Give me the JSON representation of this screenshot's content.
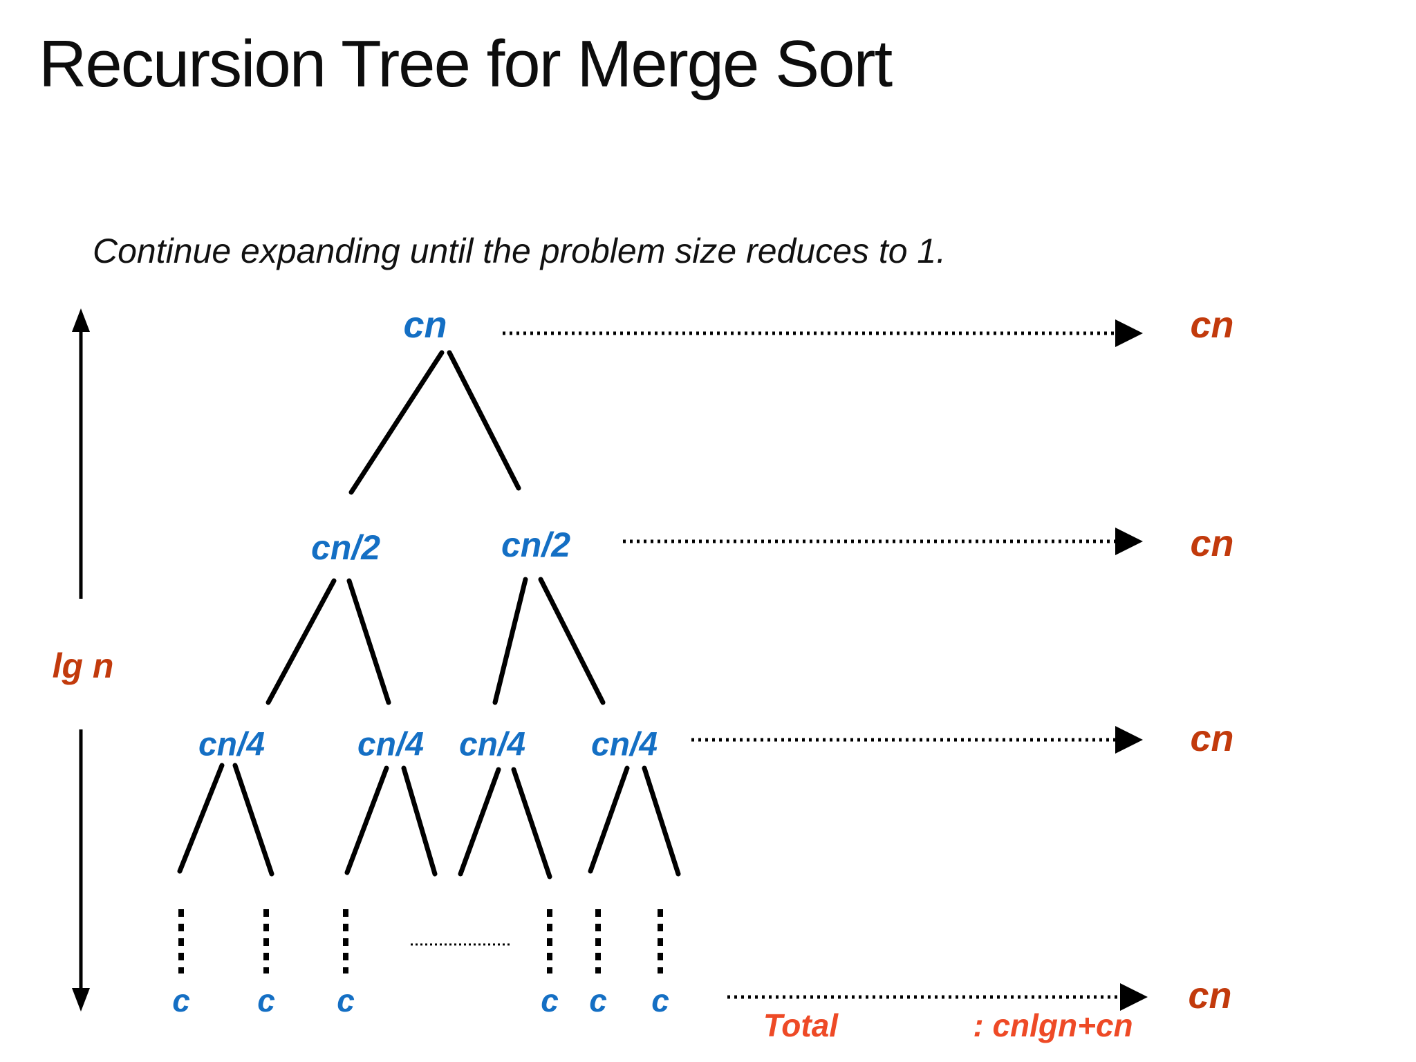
{
  "title": "Recursion Tree for Merge Sort",
  "subtitle": "Continue expanding until the problem size reduces to 1.",
  "colors": {
    "node_blue": "#146fc4",
    "cost_red": "#c23a0c",
    "total_orange": "#ee4a26",
    "line_black": "#000000"
  },
  "tree": {
    "root": {
      "label": "cn"
    },
    "level1": [
      {
        "label": "cn/2"
      },
      {
        "label": "cn/2"
      }
    ],
    "level2": [
      {
        "label": "cn/4"
      },
      {
        "label": "cn/4"
      },
      {
        "label": "cn/4"
      },
      {
        "label": "cn/4"
      }
    ],
    "leaves": [
      {
        "label": "c"
      },
      {
        "label": "c"
      },
      {
        "label": "c"
      },
      {
        "label": "c"
      },
      {
        "label": "c"
      },
      {
        "label": "c"
      }
    ]
  },
  "row_costs": [
    {
      "label": "cn"
    },
    {
      "label": "cn"
    },
    {
      "label": "cn"
    },
    {
      "label": "cn"
    }
  ],
  "depth_label": "lg n",
  "total": {
    "label": "Total",
    "value": ": cnlgn+cn"
  }
}
